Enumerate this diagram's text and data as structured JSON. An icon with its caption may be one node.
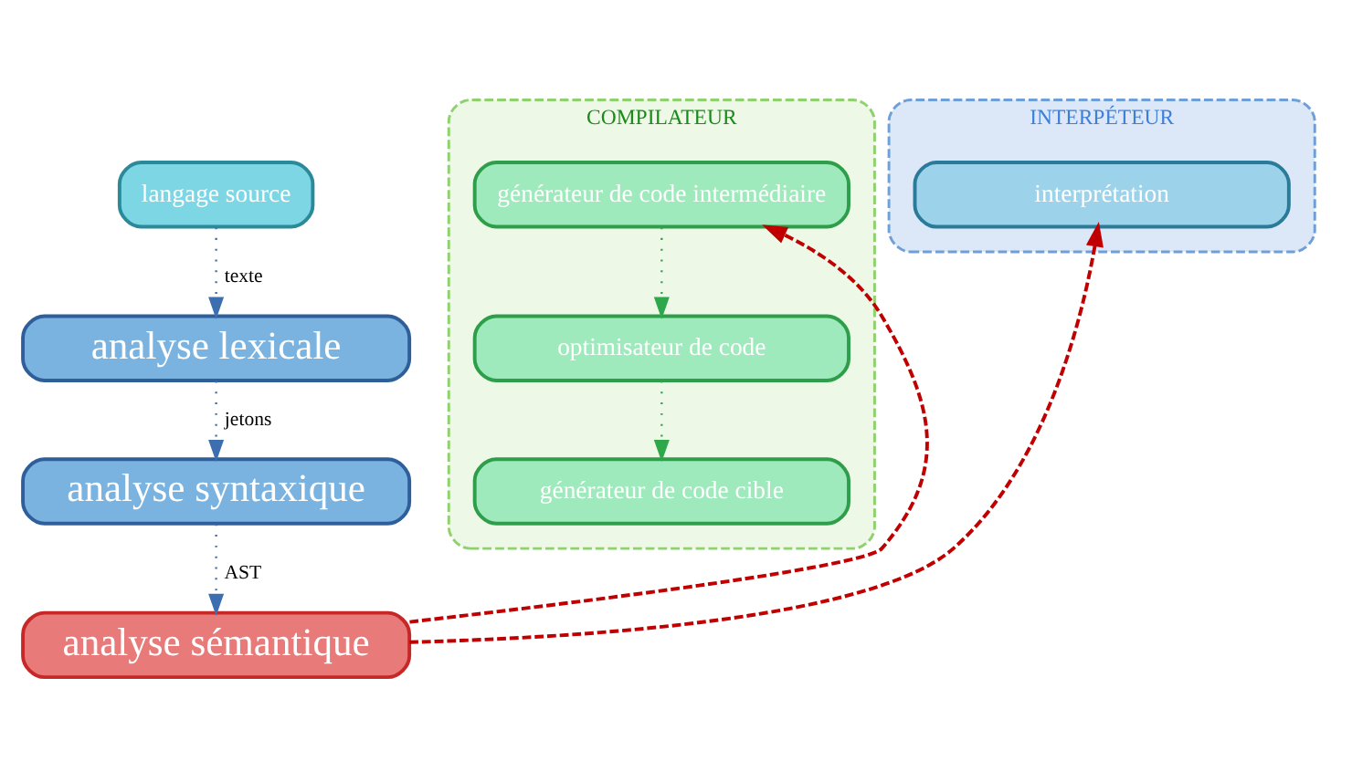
{
  "diagram": {
    "nodes": [
      {
        "text": [
          "langage source"
        ]
      },
      {
        "text": [
          "analyse lexicale"
        ]
      },
      {
        "text": [
          "analyse syntaxique"
        ]
      },
      {
        "text": [
          "analyse sémantique"
        ]
      },
      {
        "text": [
          "COMPILATEUR"
        ]
      },
      {
        "text": [
          "générateur de code intermédiaire"
        ],
        "in": 4
      },
      {
        "text": [
          "optimisateur de code"
        ],
        "in": 4
      },
      {
        "text": [
          "générateur de code cible"
        ],
        "in": 4
      },
      {
        "text": [
          "INTERPÉTEUR"
        ]
      },
      {
        "text": [
          "interprétation"
        ],
        "in": 8
      }
    ],
    "edges": [
      {
        "from": 0,
        "to": 1,
        "arrow": "to",
        "label": "texte"
      },
      {
        "from": 1,
        "to": 2,
        "arrow": "to",
        "label": "jetons"
      },
      {
        "from": 2,
        "to": 3,
        "arrow": "to",
        "label": "AST"
      },
      {
        "from": 3,
        "to": 5,
        "arrow": "to",
        "style": "dashed",
        "color": "#c00000"
      },
      {
        "from": 3,
        "to": 9,
        "arrow": "to",
        "style": "dashed",
        "color": "#c00000"
      },
      {
        "from": 5,
        "to": 6,
        "arrow": "to",
        "color": "#2ea84a"
      },
      {
        "from": 6,
        "to": 7,
        "arrow": "to",
        "color": "#2ea84a"
      }
    ]
  }
}
